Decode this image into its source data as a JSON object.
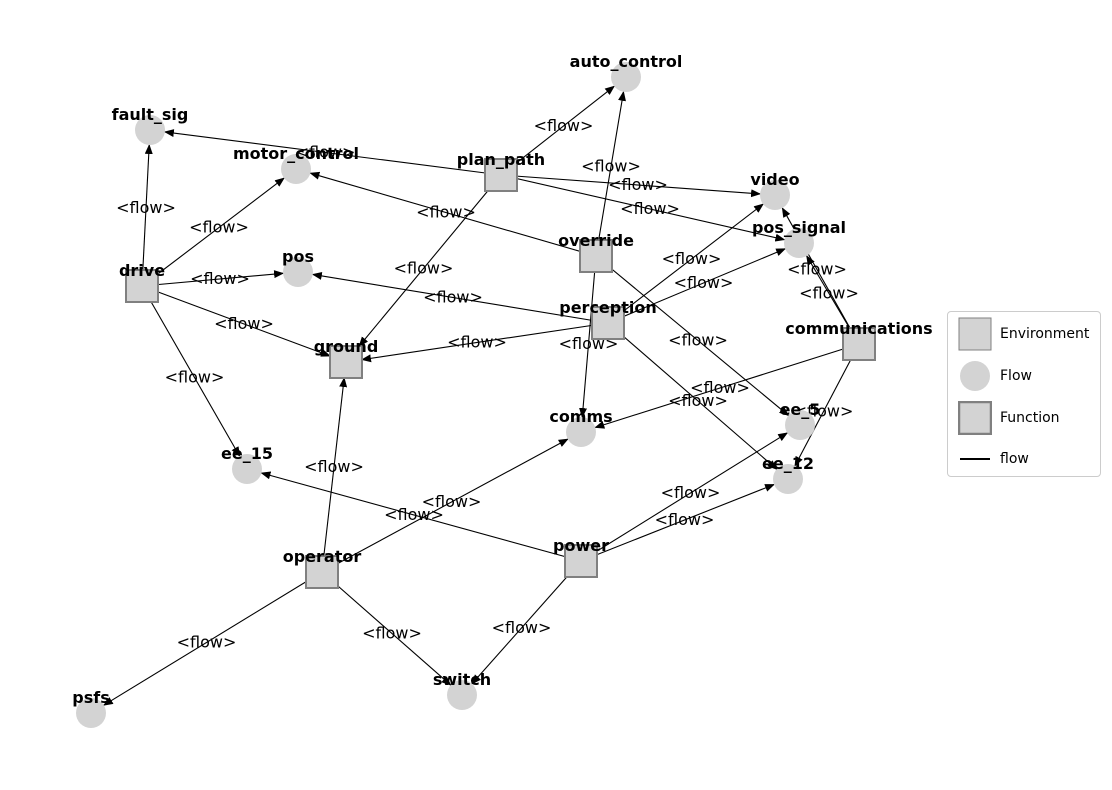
{
  "diagram": {
    "nodes": [
      {
        "id": "auto_control",
        "label": "auto_control",
        "kind": "flow"
      },
      {
        "id": "fault_sig",
        "label": "fault_sig",
        "kind": "flow"
      },
      {
        "id": "motor_control",
        "label": "motor_control",
        "kind": "flow"
      },
      {
        "id": "plan_path",
        "label": "plan_path",
        "kind": "function"
      },
      {
        "id": "video",
        "label": "video",
        "kind": "flow"
      },
      {
        "id": "pos_signal",
        "label": "pos_signal",
        "kind": "flow"
      },
      {
        "id": "override",
        "label": "override",
        "kind": "function"
      },
      {
        "id": "drive",
        "label": "drive",
        "kind": "function"
      },
      {
        "id": "pos",
        "label": "pos",
        "kind": "flow"
      },
      {
        "id": "perception",
        "label": "perception",
        "kind": "function"
      },
      {
        "id": "communications",
        "label": "communications",
        "kind": "function"
      },
      {
        "id": "ground",
        "label": "ground",
        "kind": "environment"
      },
      {
        "id": "comms",
        "label": "comms",
        "kind": "flow"
      },
      {
        "id": "ee_5",
        "label": "ee_5",
        "kind": "flow"
      },
      {
        "id": "ee_15",
        "label": "ee_15",
        "kind": "flow"
      },
      {
        "id": "ee_12",
        "label": "ee_12",
        "kind": "flow"
      },
      {
        "id": "operator",
        "label": "operator",
        "kind": "function"
      },
      {
        "id": "power",
        "label": "power",
        "kind": "function"
      },
      {
        "id": "switch",
        "label": "switch",
        "kind": "flow"
      },
      {
        "id": "psfs",
        "label": "psfs",
        "kind": "flow"
      }
    ],
    "edges": [
      {
        "from": "drive",
        "to": "fault_sig",
        "label": "<flow>"
      },
      {
        "from": "plan_path",
        "to": "fault_sig",
        "label": "<flow>"
      },
      {
        "from": "drive",
        "to": "motor_control",
        "label": "<flow>"
      },
      {
        "from": "override",
        "to": "motor_control",
        "label": "<flow>"
      },
      {
        "from": "plan_path",
        "to": "auto_control",
        "label": "<flow>"
      },
      {
        "from": "override",
        "to": "auto_control",
        "label": "<flow>"
      },
      {
        "from": "plan_path",
        "to": "video",
        "label": "<flow>"
      },
      {
        "from": "plan_path",
        "to": "pos_signal",
        "label": "<flow>"
      },
      {
        "from": "plan_path",
        "to": "ground",
        "label": "<flow>"
      },
      {
        "from": "drive",
        "to": "pos",
        "label": "<flow>"
      },
      {
        "from": "perception",
        "to": "pos",
        "label": "<flow>"
      },
      {
        "from": "drive",
        "to": "ground",
        "label": "<flow>"
      },
      {
        "from": "drive",
        "to": "ee_15",
        "label": "<flow>"
      },
      {
        "from": "perception",
        "to": "video",
        "label": "<flow>"
      },
      {
        "from": "perception",
        "to": "pos_signal",
        "label": "<flow>"
      },
      {
        "from": "perception",
        "to": "ground",
        "label": "<flow>"
      },
      {
        "from": "perception",
        "to": "ee_12",
        "label": "<flow>"
      },
      {
        "from": "override",
        "to": "comms",
        "label": "<flow>"
      },
      {
        "from": "override",
        "to": "ee_5",
        "label": "<flow>"
      },
      {
        "from": "communications",
        "to": "video",
        "label": "<flow>"
      },
      {
        "from": "communications",
        "to": "pos_signal",
        "label": "<flow>"
      },
      {
        "from": "communications",
        "to": "comms",
        "label": "<flow>"
      },
      {
        "from": "communications",
        "to": "ee_12",
        "label": "<flow>"
      },
      {
        "from": "operator",
        "to": "ground",
        "label": "<flow>"
      },
      {
        "from": "operator",
        "to": "comms",
        "label": "<flow>"
      },
      {
        "from": "operator",
        "to": "switch",
        "label": "<flow>"
      },
      {
        "from": "operator",
        "to": "psfs",
        "label": "<flow>"
      },
      {
        "from": "power",
        "to": "ee_15",
        "label": "<flow>"
      },
      {
        "from": "power",
        "to": "ee_5",
        "label": "<flow>"
      },
      {
        "from": "power",
        "to": "ee_12",
        "label": "<flow>"
      },
      {
        "from": "power",
        "to": "switch",
        "label": "<flow>"
      }
    ]
  },
  "legend": {
    "items": [
      {
        "label": "Environment",
        "kind": "environment"
      },
      {
        "label": "Flow",
        "kind": "flow"
      },
      {
        "label": "Function",
        "kind": "function"
      },
      {
        "label": "flow",
        "kind": "edge"
      }
    ]
  },
  "colors": {
    "node_fill": "#d3d3d3",
    "node_border": "#808080",
    "edge": "#000000"
  }
}
